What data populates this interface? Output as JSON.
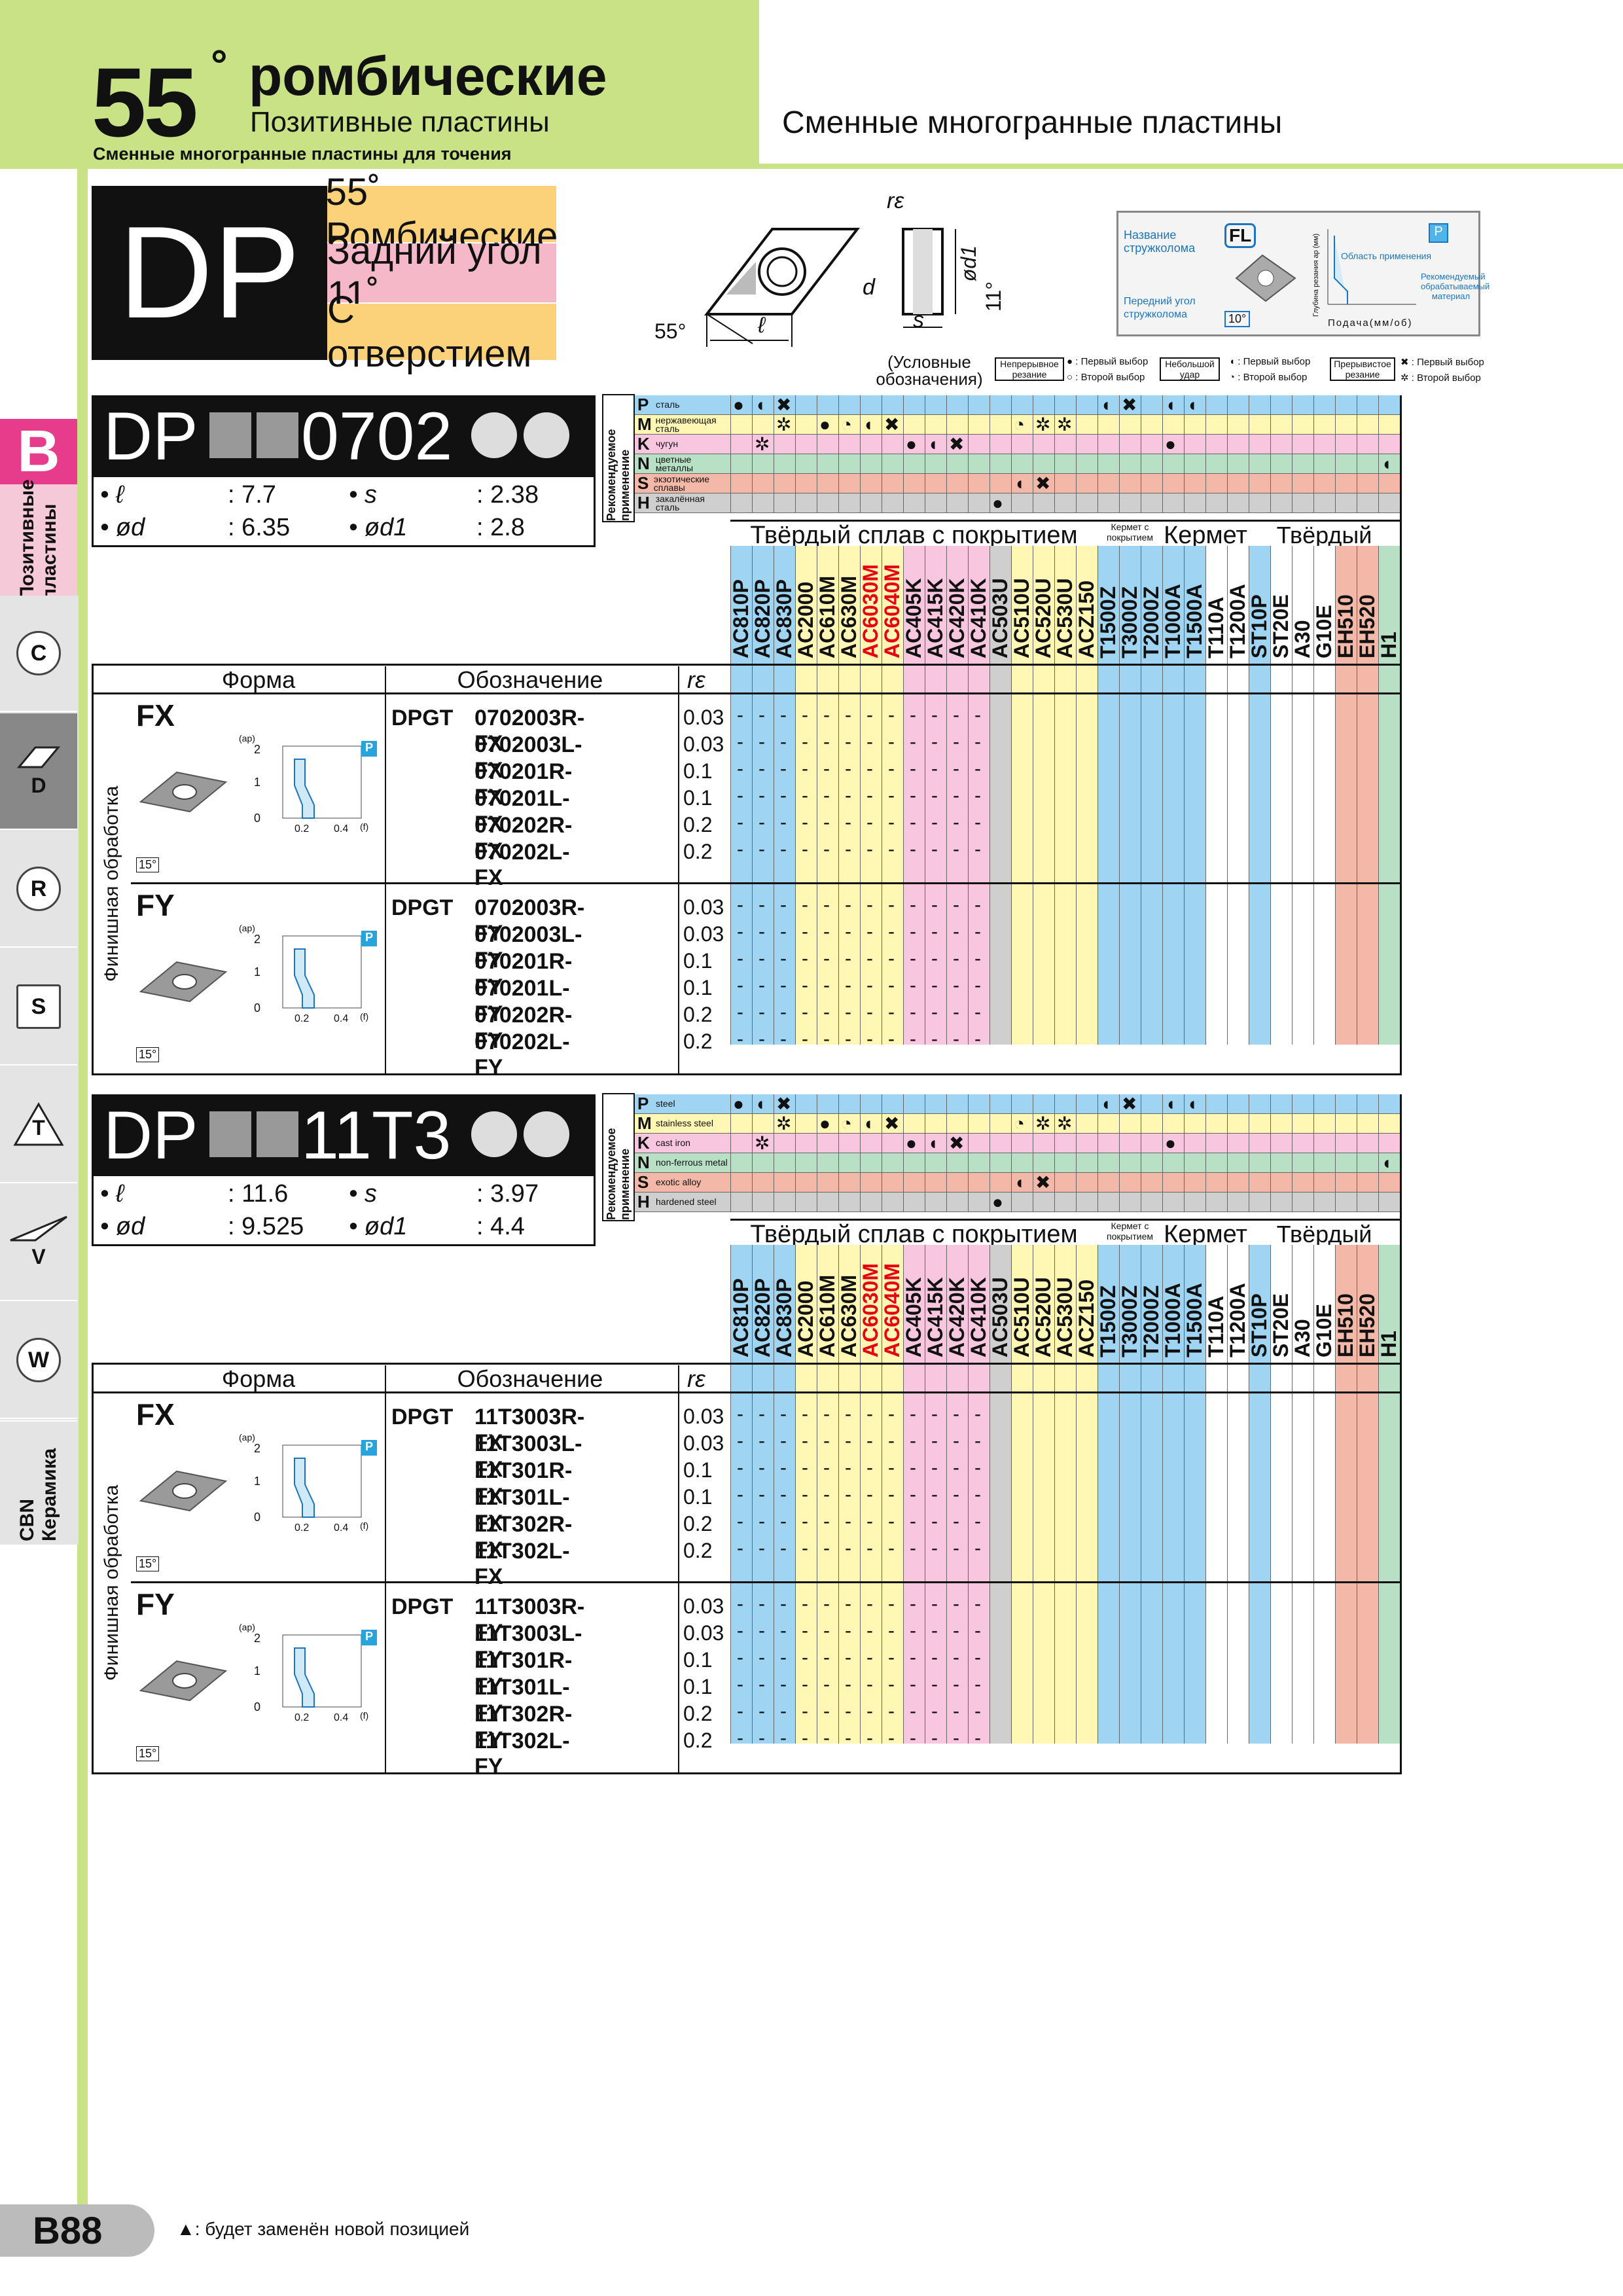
{
  "header": {
    "big": "55",
    "degree": "°",
    "title": "ромбические",
    "subtitle": "Позитивные пластины",
    "subhead": "Сменные многогранные пластины для точения",
    "right_title": "Сменные многогранные пластины"
  },
  "sidebar": {
    "letter": "B",
    "pink": "Позитивные пластины",
    "tabs": [
      "C",
      "D",
      "R",
      "S",
      "T",
      "V",
      "W"
    ],
    "cbn": "CBN Керамика"
  },
  "dp_box": {
    "code": "DP",
    "line1": "55˚ Ромбические",
    "line2": "Задний угол 11˚",
    "line3": "С отверстием"
  },
  "drawing": {
    "re": "rε",
    "d1": "ød1",
    "d": "d",
    "l": "ℓ",
    "s": "s",
    "angle55": "55°",
    "angle11": "11°"
  },
  "legend": {
    "conv": "(Условные обозначения)",
    "cont": "Непрерывное резание",
    "first": ": Первый выбор",
    "second": ": Второй выбор",
    "small": "Небольшой удар",
    "inter": "Прерывистое резание",
    "diag_name": "Название стружколома",
    "diag_rake": "Передний угол стружколома",
    "diag_area": "Область применения",
    "diag_rec": "Рекомендуемый обрабатываемый материал",
    "diag_y": "Глубина резания ap (мм)",
    "diag_x": "Подача(мм/об)",
    "diag_fl": "FL",
    "diag_10": "10°"
  },
  "grades": [
    "AC810P",
    "AC820P",
    "AC830P",
    "AC2000",
    "AC610M",
    "AC630M",
    "AC6030M",
    "AC6040M",
    "AC405K",
    "AC415K",
    "AC420K",
    "AC410K",
    "AC503U",
    "AC510U",
    "AC520U",
    "AC530U",
    "ACZ150",
    "T1500Z",
    "T3000Z",
    "T2000Z",
    "T1000A",
    "T1500A",
    "T110A",
    "T1200A",
    "ST10P",
    "ST20E",
    "A30",
    "G10E",
    "EH510",
    "EH520",
    "H1"
  ],
  "groups": {
    "coated": "Твёрдый сплав с покрытием",
    "cermet_coated": "Кермет с покрытием",
    "cermet": "Кермет",
    "carbide": "Твёрдый сплав"
  },
  "rec_label": "Рекомендуемое применение",
  "section1": {
    "code": "DP",
    "mid": "0702",
    "dims": [
      [
        "ℓ",
        ": 7.7",
        "s",
        ": 2.38"
      ],
      [
        "ød",
        ": 6.35",
        "ød1",
        ": 2.8"
      ]
    ],
    "mats": [
      [
        "P",
        "сталь"
      ],
      [
        "M",
        "нержавеющая сталь"
      ],
      [
        "K",
        "чугун"
      ],
      [
        "N",
        "цветные металлы"
      ],
      [
        "S",
        "экзотические сплавы"
      ],
      [
        "H",
        "закалённая сталь"
      ]
    ]
  },
  "section2": {
    "code": "DP",
    "mid": "11T3",
    "dims": [
      [
        "ℓ",
        ": 11.6",
        "s",
        ": 3.97"
      ],
      [
        "ød",
        ": 9.525",
        "ød1",
        ": 4.4"
      ]
    ],
    "mats": [
      [
        "P",
        "steel"
      ],
      [
        "M",
        "stainless steel"
      ],
      [
        "K",
        "cast iron"
      ],
      [
        "N",
        "non-ferrous metal"
      ],
      [
        "S",
        "exotic alloy"
      ],
      [
        "H",
        "hardened steel"
      ]
    ]
  },
  "table_head": {
    "form": "Форма",
    "designation": "Обозначение",
    "re": "rε",
    "side": "Финишная обработка"
  },
  "rows1": {
    "prefix": "DPGT",
    "fx": [
      "0702003R-FX",
      "0702003L-FX",
      "070201R-FX",
      "070201L-FX",
      "070202R-FX",
      "070202L-FX"
    ],
    "fy": [
      "0702003R-FY",
      "0702003L-FY",
      "070201R-FY",
      "070201L-FY",
      "070202R-FY",
      "070202L-FY"
    ],
    "re": [
      "0.03",
      "0.03",
      "0.1",
      "0.1",
      "0.2",
      "0.2"
    ]
  },
  "rows2": {
    "prefix": "DPGT",
    "fx": [
      "11T3003R-FX",
      "11T3003L-FX",
      "11T301R-FX",
      "11T301L-FX",
      "11T302R-FX",
      "11T302L-FX"
    ],
    "fy": [
      "11T3003R-FY",
      "11T3003L-FY",
      "11T301R-FY",
      "11T301L-FY",
      "11T302R-FY",
      "11T302L-FY"
    ],
    "re": [
      "0.03",
      "0.03",
      "0.1",
      "0.1",
      "0.2",
      "0.2"
    ]
  },
  "forms": {
    "fx": "FX",
    "fy": "FY",
    "angle": "15°",
    "ap": "(ap)",
    "f": "(f)",
    "p": "P",
    "t2": "2",
    "t1": "1",
    "t0": "0",
    "x02": "0.2",
    "x04": "0.4"
  },
  "footer": {
    "page": "B88",
    "note": "▲: будет заменён новой позицией"
  }
}
